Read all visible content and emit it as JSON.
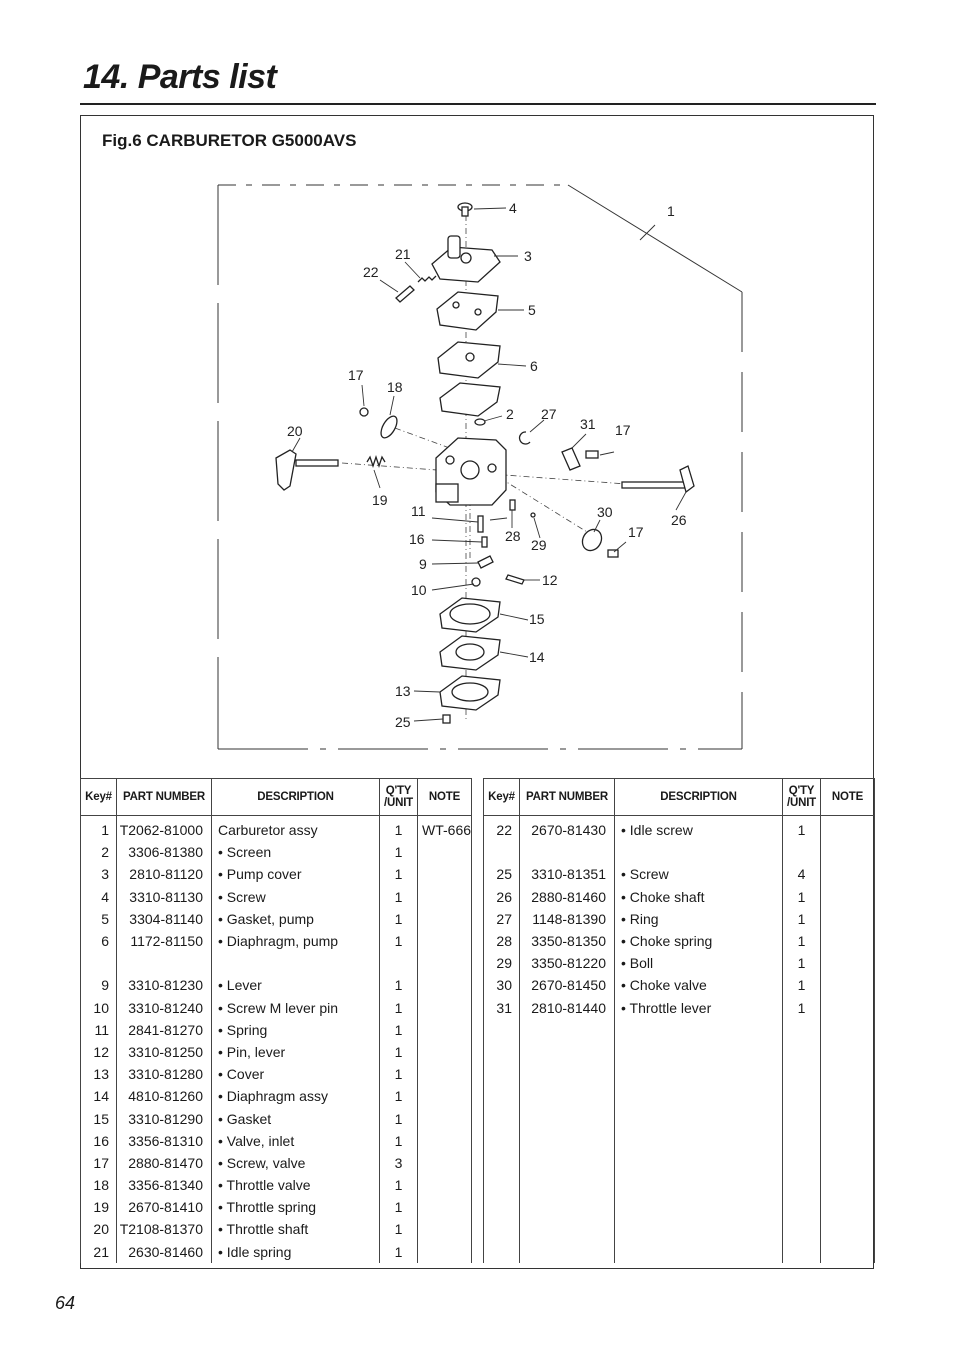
{
  "header": {
    "title": "14. Parts list"
  },
  "figure": {
    "caption": "Fig.6 CARBURETOR G5000AVS",
    "callouts": [
      "1",
      "2",
      "3",
      "4",
      "5",
      "6",
      "9",
      "10",
      "11",
      "12",
      "13",
      "14",
      "15",
      "16",
      "17",
      "17",
      "17",
      "18",
      "19",
      "20",
      "21",
      "22",
      "25",
      "26",
      "27",
      "28",
      "29",
      "30",
      "31"
    ]
  },
  "table": {
    "headers": {
      "key": "Key#",
      "part": "PART NUMBER",
      "desc": "DESCRIPTION",
      "qty_line1": "Q'TY",
      "qty_line2": "/UNIT",
      "note": "NOTE"
    },
    "left_rows": [
      {
        "key": "1",
        "part": "T2062-81000",
        "desc": "Carburetor assy",
        "qty": "1",
        "note": "WT-666"
      },
      {
        "key": "2",
        "part": "3306-81380",
        "desc": "• Screen",
        "qty": "1",
        "note": ""
      },
      {
        "key": "3",
        "part": "2810-81120",
        "desc": "• Pump cover",
        "qty": "1",
        "note": ""
      },
      {
        "key": "4",
        "part": "3310-81130",
        "desc": "• Screw",
        "qty": "1",
        "note": ""
      },
      {
        "key": "5",
        "part": "3304-81140",
        "desc": "• Gasket, pump",
        "qty": "1",
        "note": ""
      },
      {
        "key": "6",
        "part": "1172-81150",
        "desc": "• Diaphragm, pump",
        "qty": "1",
        "note": ""
      },
      {
        "key": "",
        "part": "",
        "desc": "",
        "qty": "",
        "note": ""
      },
      {
        "key": "9",
        "part": "3310-81230",
        "desc": "• Lever",
        "qty": "1",
        "note": ""
      },
      {
        "key": "10",
        "part": "3310-81240",
        "desc": "• Screw M lever pin",
        "qty": "1",
        "note": ""
      },
      {
        "key": "11",
        "part": "2841-81270",
        "desc": "• Spring",
        "qty": "1",
        "note": ""
      },
      {
        "key": "12",
        "part": "3310-81250",
        "desc": "• Pin, lever",
        "qty": "1",
        "note": ""
      },
      {
        "key": "13",
        "part": "3310-81280",
        "desc": "• Cover",
        "qty": "1",
        "note": ""
      },
      {
        "key": "14",
        "part": "4810-81260",
        "desc": "• Diaphragm assy",
        "qty": "1",
        "note": ""
      },
      {
        "key": "15",
        "part": "3310-81290",
        "desc": "• Gasket",
        "qty": "1",
        "note": ""
      },
      {
        "key": "16",
        "part": "3356-81310",
        "desc": "• Valve, inlet",
        "qty": "1",
        "note": ""
      },
      {
        "key": "17",
        "part": "2880-81470",
        "desc": "• Screw, valve",
        "qty": "3",
        "note": ""
      },
      {
        "key": "18",
        "part": "3356-81340",
        "desc": "• Throttle valve",
        "qty": "1",
        "note": ""
      },
      {
        "key": "19",
        "part": "2670-81410",
        "desc": "• Throttle spring",
        "qty": "1",
        "note": ""
      },
      {
        "key": "20",
        "part": "T2108-81370",
        "desc": "• Throttle shaft",
        "qty": "1",
        "note": ""
      },
      {
        "key": "21",
        "part": "2630-81460",
        "desc": "• Idle spring",
        "qty": "1",
        "note": ""
      }
    ],
    "right_rows": [
      {
        "key": "22",
        "part": "2670-81430",
        "desc": "• Idle screw",
        "qty": "1",
        "note": ""
      },
      {
        "key": "",
        "part": "",
        "desc": "",
        "qty": "",
        "note": ""
      },
      {
        "key": "25",
        "part": "3310-81351",
        "desc": "• Screw",
        "qty": "4",
        "note": ""
      },
      {
        "key": "26",
        "part": "2880-81460",
        "desc": "• Choke shaft",
        "qty": "1",
        "note": ""
      },
      {
        "key": "27",
        "part": "1148-81390",
        "desc": "• Ring",
        "qty": "1",
        "note": ""
      },
      {
        "key": "28",
        "part": "3350-81350",
        "desc": "• Choke spring",
        "qty": "1",
        "note": ""
      },
      {
        "key": "29",
        "part": "3350-81220",
        "desc": "• Boll",
        "qty": "1",
        "note": ""
      },
      {
        "key": "30",
        "part": "2670-81450",
        "desc": "• Choke valve",
        "qty": "1",
        "note": ""
      },
      {
        "key": "31",
        "part": "2810-81440",
        "desc": "• Throttle lever",
        "qty": "1",
        "note": ""
      },
      {
        "key": "",
        "part": "",
        "desc": "",
        "qty": "",
        "note": ""
      },
      {
        "key": "",
        "part": "",
        "desc": "",
        "qty": "",
        "note": ""
      },
      {
        "key": "",
        "part": "",
        "desc": "",
        "qty": "",
        "note": ""
      },
      {
        "key": "",
        "part": "",
        "desc": "",
        "qty": "",
        "note": ""
      },
      {
        "key": "",
        "part": "",
        "desc": "",
        "qty": "",
        "note": ""
      },
      {
        "key": "",
        "part": "",
        "desc": "",
        "qty": "",
        "note": ""
      },
      {
        "key": "",
        "part": "",
        "desc": "",
        "qty": "",
        "note": ""
      },
      {
        "key": "",
        "part": "",
        "desc": "",
        "qty": "",
        "note": ""
      },
      {
        "key": "",
        "part": "",
        "desc": "",
        "qty": "",
        "note": ""
      },
      {
        "key": "",
        "part": "",
        "desc": "",
        "qty": "",
        "note": ""
      },
      {
        "key": "",
        "part": "",
        "desc": "",
        "qty": "",
        "note": ""
      }
    ]
  },
  "footer": {
    "page_number": "64"
  }
}
